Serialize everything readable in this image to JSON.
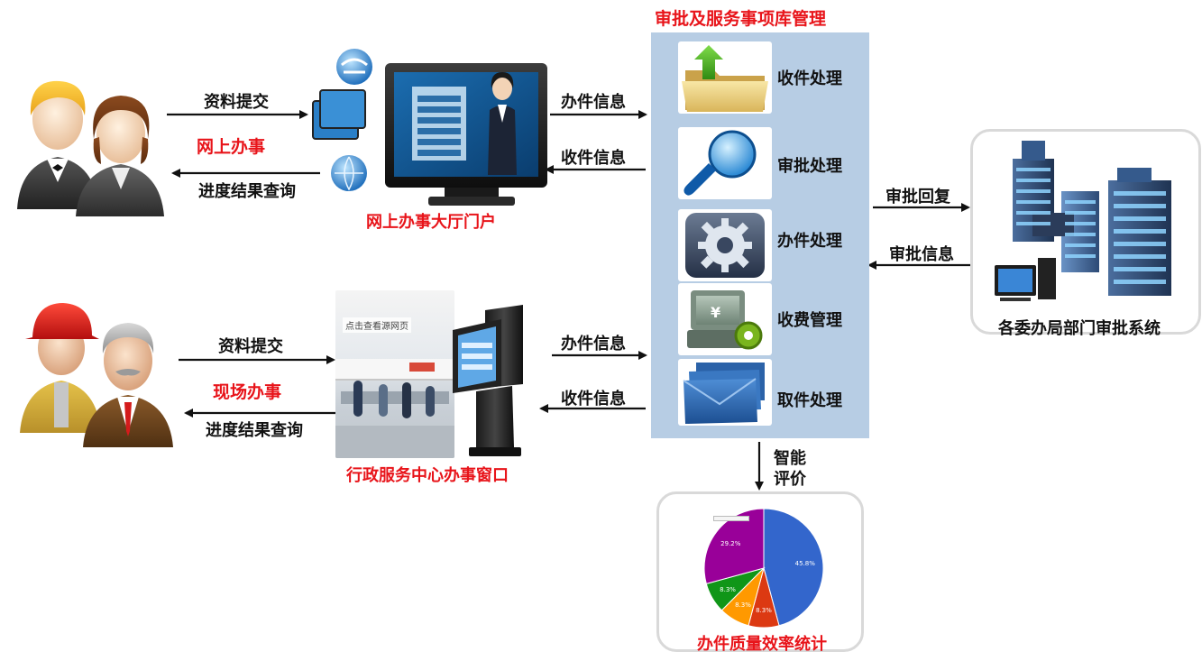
{
  "panel": {
    "title": "审批及服务事项库管理",
    "items": [
      {
        "label": "收件处理",
        "icon": "folder-upload-icon"
      },
      {
        "label": "审批处理",
        "icon": "magnifier-icon"
      },
      {
        "label": "办件处理",
        "icon": "gear-icon"
      },
      {
        "label": "收费管理",
        "icon": "cash-register-icon"
      },
      {
        "label": "取件处理",
        "icon": "envelope-icon"
      }
    ]
  },
  "online": {
    "submit": "资料提交",
    "mode": "网上办事",
    "query": "进度结果查询",
    "portal": "网上办事大厅门户",
    "to_panel": "办件信息",
    "from_panel": "收件信息"
  },
  "onsite": {
    "submit": "资料提交",
    "mode": "现场办事",
    "query": "进度结果查询",
    "window": "行政服务中心办事窗口",
    "to_panel": "办件信息",
    "from_panel": "收件信息",
    "photo_sign": "点击查看源网页"
  },
  "departments": {
    "label": "各委办局部门审批系统",
    "reply": "审批回复",
    "info": "审批信息"
  },
  "evaluation": {
    "line1": "智能",
    "line2": "评价",
    "stats_label": "办件质量效率统计"
  },
  "chart_data": {
    "type": "pie",
    "slices": [
      {
        "label": "45.8%",
        "value": 45.8,
        "color": "#3366cc"
      },
      {
        "label": "8.3%",
        "value": 8.3,
        "color": "#dc3912"
      },
      {
        "label": "8.3%",
        "value": 8.3,
        "color": "#ff9900"
      },
      {
        "label": "8.3%",
        "value": 8.3,
        "color": "#109618"
      },
      {
        "label": "29.2%",
        "value": 29.2,
        "color": "#990099"
      }
    ]
  },
  "colors": {
    "accent_red": "#e8141a",
    "panel_blue": "#b7cde4"
  }
}
